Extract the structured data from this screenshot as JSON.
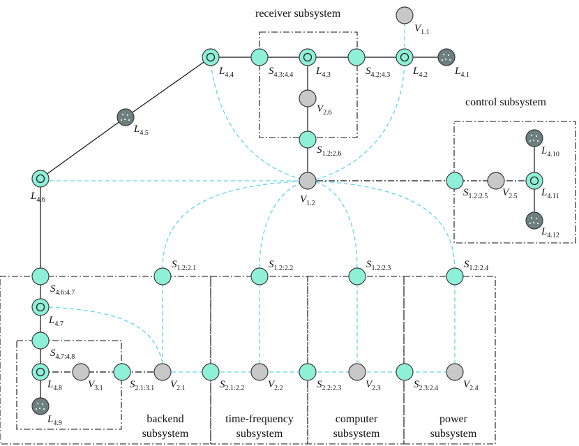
{
  "titles": {
    "receiver": "receiver subsystem",
    "control": "control subsystem",
    "backend_1": "backend",
    "backend_2": "subsystem",
    "tf_1": "time-frequency",
    "tf_2": "subsystem",
    "computer_1": "computer",
    "computer_2": "subsystem",
    "power_1": "power",
    "power_2": "subsystem"
  },
  "labels": {
    "V1_1": {
      "main": "V",
      "sub": "1.1"
    },
    "L4_1": {
      "main": "L",
      "sub": "4.1"
    },
    "L4_2": {
      "main": "L",
      "sub": "4.2"
    },
    "S4_2_4_3": {
      "main": "S",
      "sub": "4.2:4.3"
    },
    "L4_3": {
      "main": "L",
      "sub": "4.3"
    },
    "S4_3_4_4": {
      "main": "S",
      "sub": "4.3:4.4"
    },
    "L4_4": {
      "main": "L",
      "sub": "4.4"
    },
    "V2_6": {
      "main": "V",
      "sub": "2.6"
    },
    "S1_2_2_6": {
      "main": "S",
      "sub": "1.2:2.6"
    },
    "L4_5": {
      "main": "L",
      "sub": "4.5"
    },
    "L4_6": {
      "main": "L",
      "sub": "4.6"
    },
    "V1_2": {
      "main": "V",
      "sub": "1.2"
    },
    "S1_2_2_5": {
      "main": "S",
      "sub": "1.2:2.5"
    },
    "V2_5": {
      "main": "V",
      "sub": "2.5"
    },
    "L4_10": {
      "main": "L",
      "sub": "4.10"
    },
    "L4_11": {
      "main": "L",
      "sub": "4.11"
    },
    "L4_12": {
      "main": "L",
      "sub": "4.12"
    },
    "S1_2_2_1": {
      "main": "S",
      "sub": "1.2:2.1"
    },
    "S1_2_2_2": {
      "main": "S",
      "sub": "1.2:2.2"
    },
    "S1_2_2_3": {
      "main": "S",
      "sub": "1.2:2.3"
    },
    "S1_2_2_4": {
      "main": "S",
      "sub": "1.2:2.4"
    },
    "S4_6_4_7": {
      "main": "S",
      "sub": "4.6:4.7"
    },
    "L4_7": {
      "main": "L",
      "sub": "4.7"
    },
    "S4_7_4_8": {
      "main": "S",
      "sub": "4.7:4.8"
    },
    "L4_8": {
      "main": "L",
      "sub": "4.8"
    },
    "V3_1": {
      "main": "V",
      "sub": "3.1"
    },
    "S2_1_3_1": {
      "main": "S",
      "sub": "2.1:3.1"
    },
    "V2_1": {
      "main": "V",
      "sub": "2.1"
    },
    "L4_9": {
      "main": "L",
      "sub": "4.9"
    },
    "S2_1_2_2": {
      "main": "S",
      "sub": "2.1:2.2"
    },
    "V2_2": {
      "main": "V",
      "sub": "2.2"
    },
    "S2_2_2_3": {
      "main": "S",
      "sub": "2.2:2.3"
    },
    "V2_3": {
      "main": "V",
      "sub": "2.3"
    },
    "S2_3_2_4": {
      "main": "S",
      "sub": "2.3:2.4"
    },
    "V2_4": {
      "main": "V",
      "sub": "2.4"
    }
  },
  "colors": {
    "switch_node": "#8ff0d8",
    "vertex_node": "#c8c8c8",
    "leaf_node": "#6e7f80",
    "logical_link": "#62d4ee"
  }
}
